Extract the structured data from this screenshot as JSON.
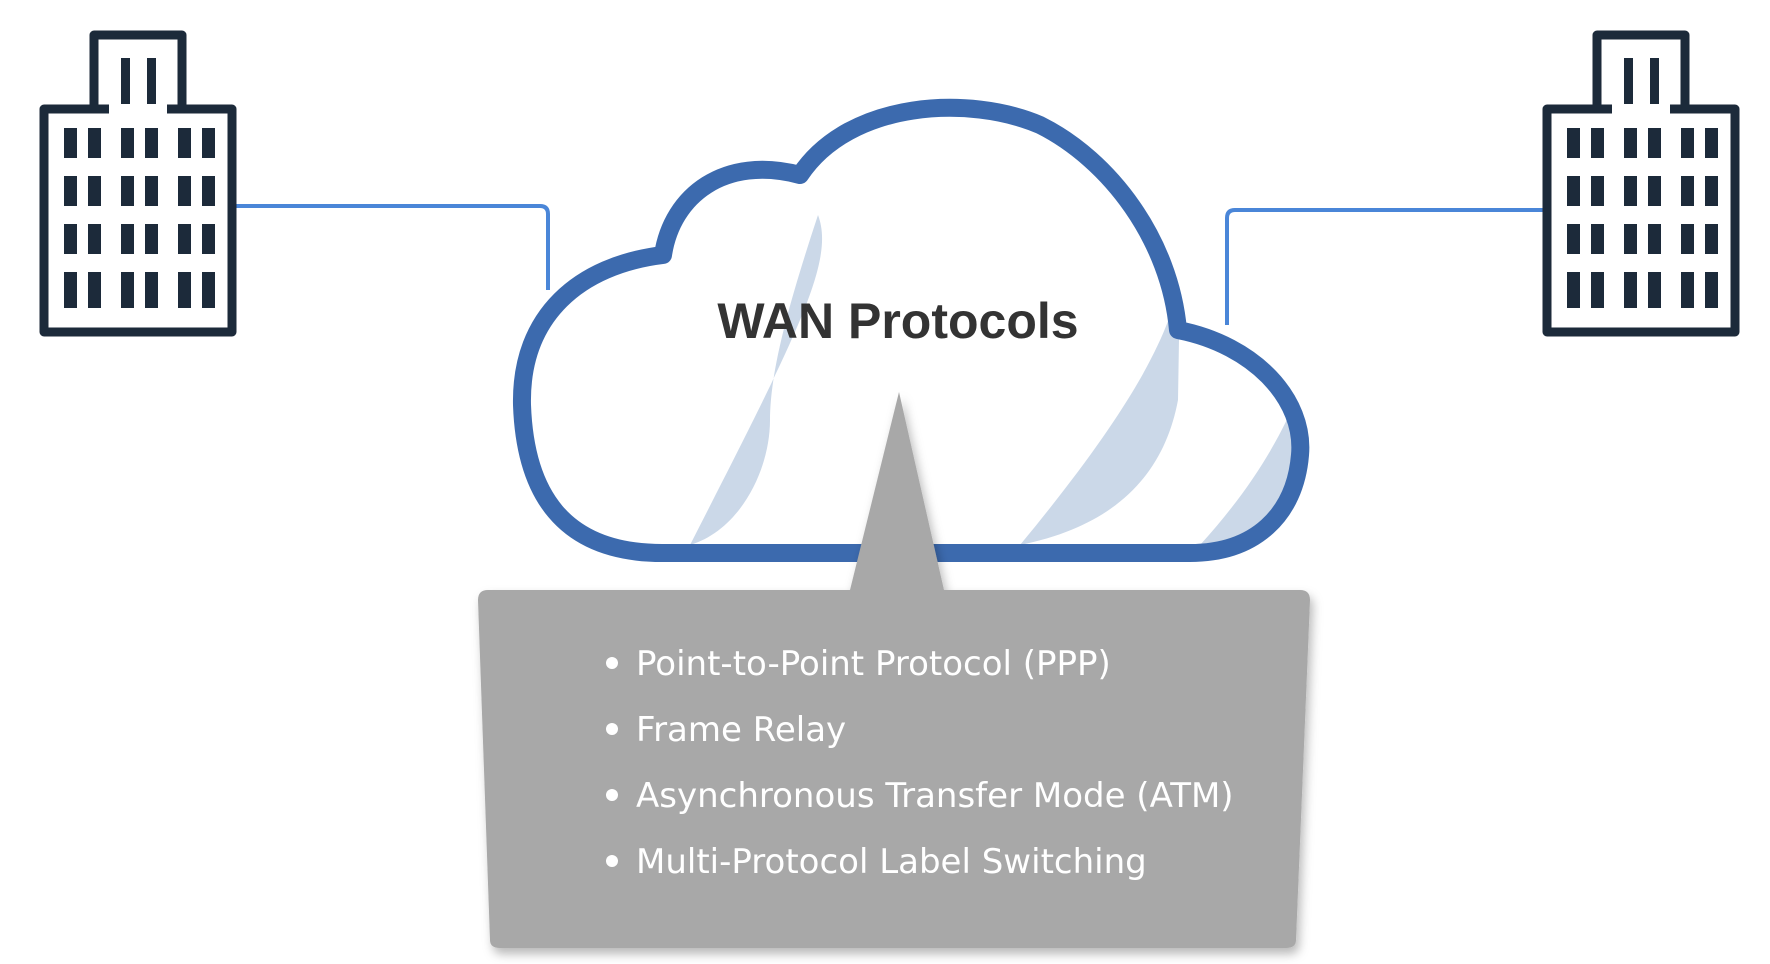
{
  "diagram": {
    "title": "WAN Protocols",
    "protocols": [
      "Point-to-Point Protocol (PPP)",
      "Frame Relay",
      "Asynchronous Transfer Mode (ATM)",
      "Multi-Protocol Label Switching"
    ],
    "colors": {
      "building": "#1c2a3a",
      "link": "#4a86d8",
      "cloud_outline": "#3c6aae",
      "cloud_highlight": "#cbd8e8",
      "callout": "#a8a8a8",
      "title": "#333333",
      "list_text": "#ffffff"
    }
  }
}
